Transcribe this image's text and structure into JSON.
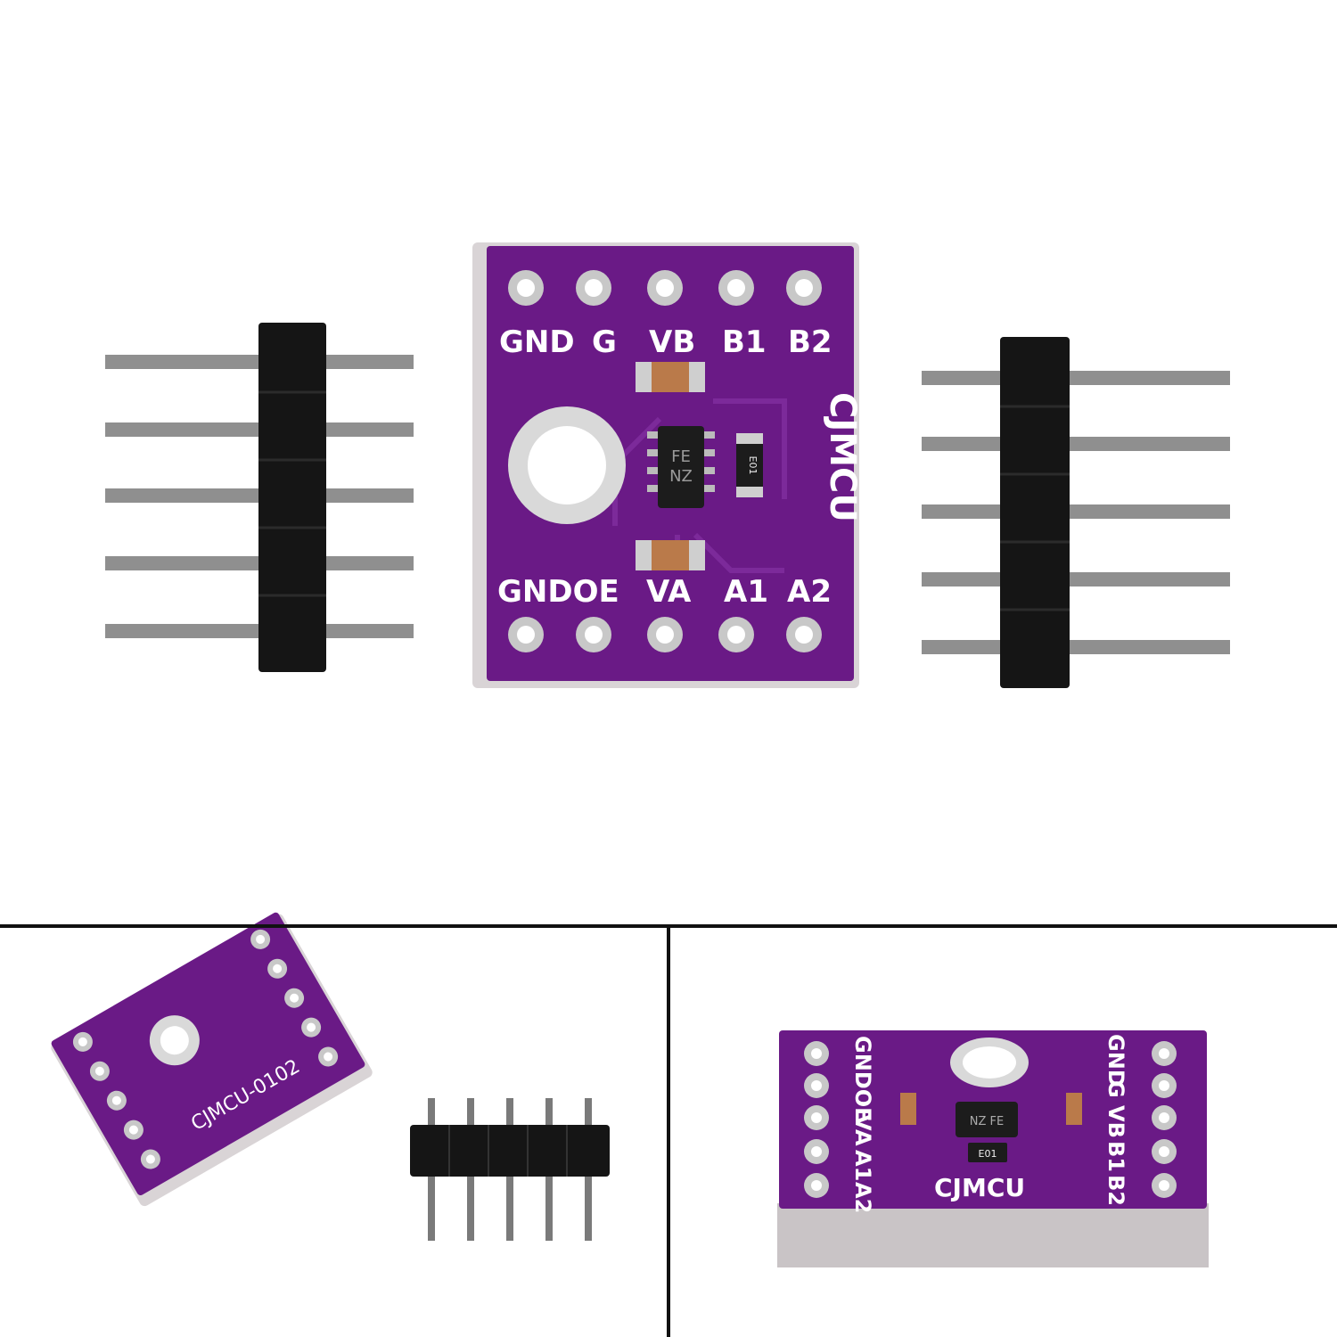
{
  "colors": {
    "pcb": "#6a1a86",
    "pcb_dark": "#4b0f61",
    "pcb_edge": "#d9d4d6",
    "pad": "#c8c8c8",
    "header_plastic": "#151515",
    "pin_metal": "#9a9a9a",
    "silkscreen": "#ffffff"
  },
  "main_board": {
    "top_labels": [
      "GND",
      "G",
      "VB",
      "B1",
      "B2"
    ],
    "bottom_labels": [
      "GNDOE",
      "VA",
      "A1",
      "A2"
    ],
    "brand": "CJMCU",
    "chip_marking_line1": "FE",
    "chip_marking_line2": "NZ",
    "resistor_marking": "E01"
  },
  "angled_board": {
    "model_label": "CJMCU-0102"
  },
  "bottom_right_board": {
    "left_labels": [
      "GNDOE",
      "VA",
      "A1",
      "A2"
    ],
    "right_labels": [
      "GND",
      "G",
      "VB",
      "B1",
      "B2"
    ],
    "brand": "CJMCU",
    "chip_marking": "NZ FE",
    "resistor_marking": "E01"
  }
}
